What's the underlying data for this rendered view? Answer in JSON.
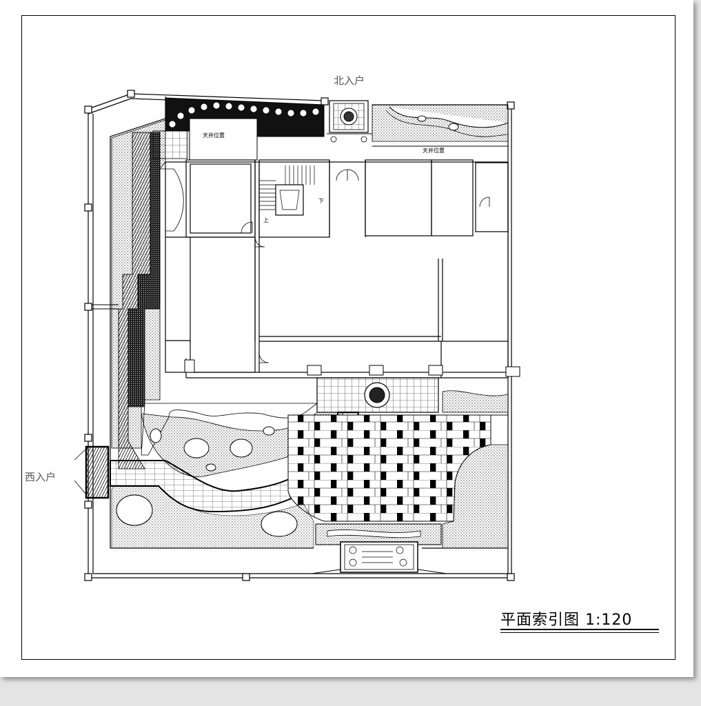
{
  "labels": {
    "north_entrance": "北入户",
    "west_entrance": "西入户",
    "skylight_1": "天井位置",
    "skylight_2": "天井位置",
    "stair_up": "上",
    "stair_down": "下"
  },
  "title": {
    "text": "平面索引图 1:120"
  }
}
